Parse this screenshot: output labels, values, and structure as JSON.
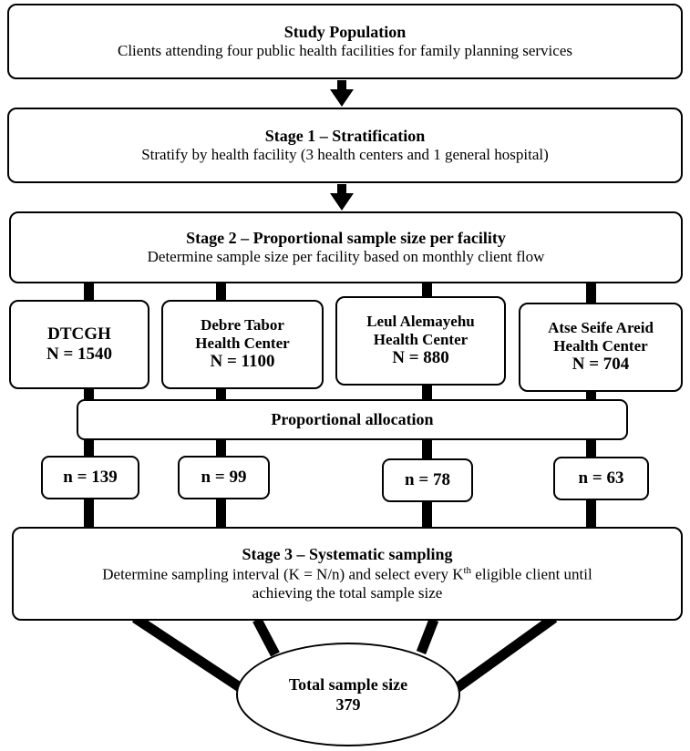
{
  "study_population": {
    "title": "Study Population",
    "text": "Clients attending four public health facilities for family planning services"
  },
  "stage1": {
    "title": "Stage 1 – Stratification",
    "text": "Stratify by health facility (3 health centers and 1 general hospital)"
  },
  "stage2": {
    "title": "Stage 2 – Proportional sample size per facility",
    "text": "Determine sample size per facility based on monthly client flow"
  },
  "facilities": [
    {
      "name_line1": "DTCGH",
      "name_line2": "",
      "population": "N = 1540"
    },
    {
      "name_line1": "Debre Tabor",
      "name_line2": "Health Center",
      "population": "N = 1100"
    },
    {
      "name_line1": "Leul Alemayehu",
      "name_line2": "Health Center",
      "population": "N = 880"
    },
    {
      "name_line1": "Atse Seife Areid",
      "name_line2": "Health Center",
      "population": "N = 704"
    }
  ],
  "allocation": {
    "label": "Proportional allocation"
  },
  "samples": [
    "n = 139",
    "n = 99",
    "n = 78",
    "n = 63"
  ],
  "stage3": {
    "title": "Stage 3 – Systematic sampling",
    "text_before_sup": "Determine sampling interval (K = N/n) and select every K",
    "sup": "th",
    "text_after_sup": " eligible client until",
    "text_line2": "achieving the total sample size"
  },
  "total": {
    "label": "Total sample size",
    "value": "379"
  }
}
